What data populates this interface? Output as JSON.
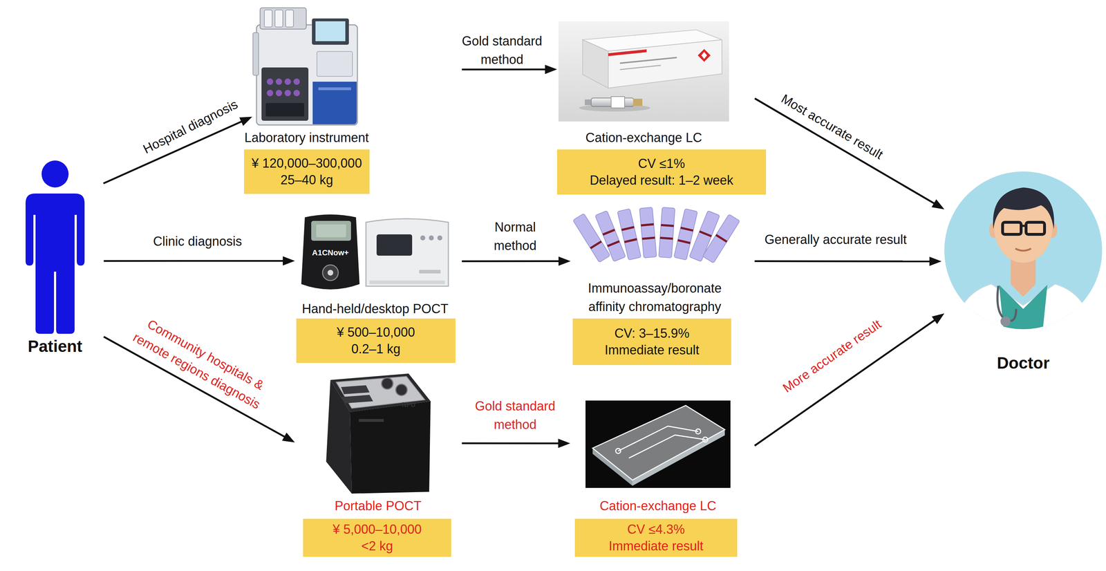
{
  "diagram": {
    "nodes": [
      {
        "text": [
          "Patient"
        ]
      },
      {
        "text": [
          "Laboratory instrument"
        ]
      },
      {
        "text": [
          "¥ 120,000–300,000",
          "25–40 kg"
        ]
      },
      {
        "text": [
          "Cation-exchange LC"
        ]
      },
      {
        "text": [
          "CV ≤1%",
          "Delayed result: 1–2 week"
        ]
      },
      {
        "text": [
          "Hand-held/desktop POCT"
        ]
      },
      {
        "text": [
          "¥ 500–10,000",
          "0.2–1 kg"
        ]
      },
      {
        "text": [
          "Immunoassay/boronate affinity chromatography"
        ]
      },
      {
        "text": [
          "CV: 3–15.9%",
          "Immediate result"
        ]
      },
      {
        "text": [
          "Portable POCT"
        ]
      },
      {
        "text": [
          "¥ 5,000–10,000",
          "<2 kg"
        ]
      },
      {
        "text": [
          "Cation-exchange LC"
        ]
      },
      {
        "text": [
          "CV ≤4.3%",
          "Immediate result"
        ]
      },
      {
        "text": [
          "Doctor"
        ]
      }
    ],
    "edges": [
      {
        "from": 0,
        "to": 1,
        "label": "Hospital diagnosis",
        "arrow": "to"
      },
      {
        "from": 1,
        "to": 3,
        "label": "Gold standard method",
        "arrow": "to"
      },
      {
        "from": 3,
        "to": 13,
        "label": "Most accurate result",
        "arrow": "to"
      },
      {
        "from": 0,
        "to": 5,
        "label": "Clinic diagnosis",
        "arrow": "to"
      },
      {
        "from": 5,
        "to": 7,
        "label": "Normal method",
        "arrow": "to"
      },
      {
        "from": 7,
        "to": 13,
        "label": "Generally accurate result",
        "arrow": "to"
      },
      {
        "from": 0,
        "to": 9,
        "label": "Community hospitals & remote regions diagnosis",
        "arrow": "to"
      },
      {
        "from": 9,
        "to": 11,
        "label": "Gold standard method",
        "arrow": "to"
      },
      {
        "from": 11,
        "to": 13,
        "label": "More accurate result",
        "arrow": "to"
      }
    ],
    "labels": [
      "A1CNow+",
      "NPU"
    ]
  }
}
